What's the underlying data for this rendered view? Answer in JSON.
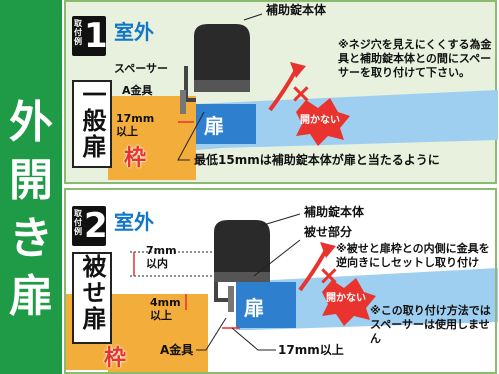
{
  "side_title": "外開き扉",
  "case1": {
    "badge_label": "取付例",
    "badge_number": "1",
    "outdoor": "室外",
    "door_type": "一般扉",
    "body_label": "補助錠本体",
    "spacer_label": "スペーサー",
    "bracket_label": "A金具",
    "gap_label": "17mm以上",
    "frame_label": "枠",
    "door_label": "扉",
    "cannot_open": "開かない",
    "note": "※ネジ穴を見えにくくする為金具と補助錠本体との間にスペーサーを取り付けて下さい。",
    "bottom_note": "最低15mmは補助錠本体が扉と当たるように"
  },
  "case2": {
    "badge_label": "取付例",
    "badge_number": "2",
    "outdoor": "室外",
    "door_type": "被せ扉",
    "body_label": "補助錠本体",
    "overlap_label": "被せ部分",
    "note1": "※被せと扉枠との内側に金具を逆向きにしセットし取り付け",
    "gap1_label": "7mm以内",
    "gap2_label": "4mm以上",
    "bracket_label": "A金具",
    "gap3_label": "17mm以上",
    "frame_label": "枠",
    "door_label": "扉",
    "cannot_open": "開かない",
    "note2": "※この取り付け方法ではスペーサーは使用しません"
  },
  "colors": {
    "green": "#1f9b47",
    "frame_orange": "#f3ad3a",
    "door_blue": "#2f7fcf",
    "arrow_red": "#e8332f",
    "body_black": "#2a2a2a"
  }
}
